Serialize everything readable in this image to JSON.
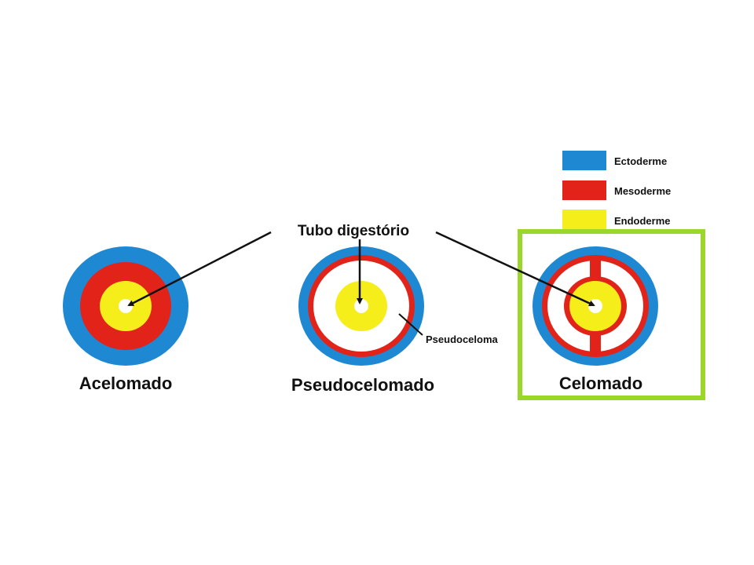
{
  "colors": {
    "ectoderm": "#1E88D2",
    "mesoderm": "#E2231A",
    "endoderm": "#F5EE1A",
    "highlight": "#9BD62B",
    "line": "#111111",
    "background": "#FFFFFF"
  },
  "legend": {
    "items": [
      {
        "key": "ectoderm",
        "label": "Ectoderme"
      },
      {
        "key": "mesoderm",
        "label": "Mesoderme"
      },
      {
        "key": "endoderm",
        "label": "Endoderme"
      }
    ]
  },
  "callouts": {
    "digestive_tube": "Tubo digestório",
    "pseudocoelom": "Pseudoceloma"
  },
  "diagrams": {
    "acoelomate": {
      "title": "Acelomado"
    },
    "pseudocoelomate": {
      "title": "Pseudocelomado"
    },
    "coelomate": {
      "title": "Celomado",
      "highlighted": true
    }
  }
}
